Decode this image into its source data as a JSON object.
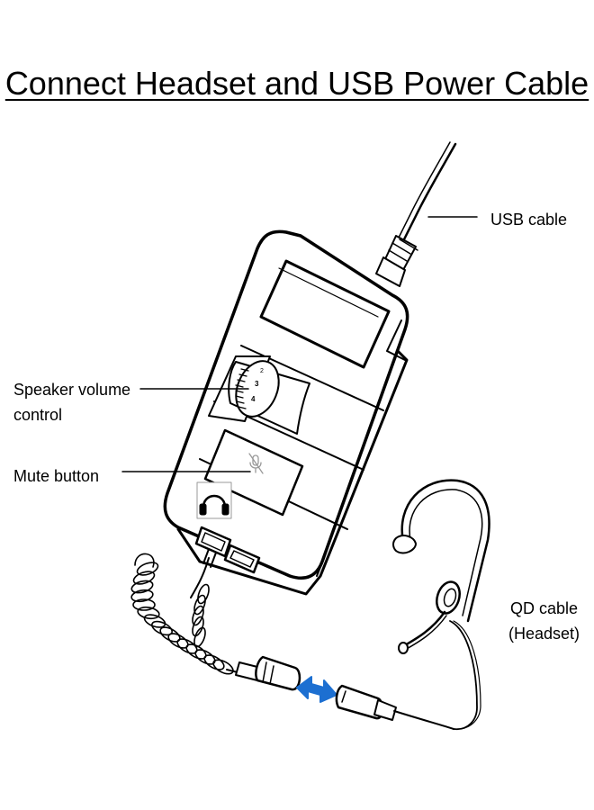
{
  "title": "Connect Headset and USB Power Cable",
  "labels": {
    "usb_cable": "USB cable",
    "speaker_volume_line1": "Speaker volume",
    "speaker_volume_line2": "control",
    "mute_button": "Mute button",
    "qd_cable_line1": "QD cable",
    "qd_cable_line2": "(Headset)"
  },
  "dial_ticks": [
    "2",
    "3",
    "4"
  ],
  "colors": {
    "line": "#000000",
    "arrow": "#1c6fd1",
    "background": "#ffffff"
  },
  "icons": [
    "headset-icon",
    "microphone-icon",
    "double-arrow-icon"
  ]
}
